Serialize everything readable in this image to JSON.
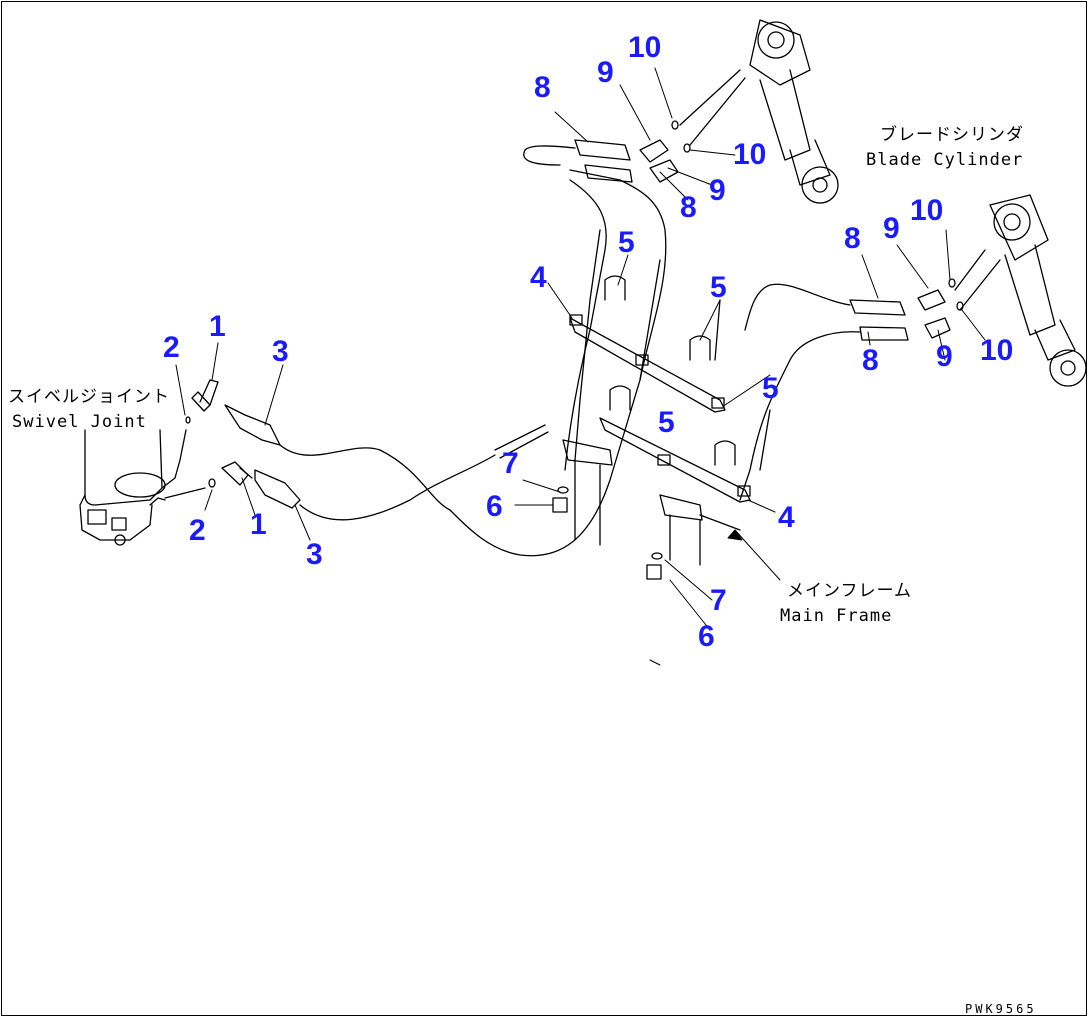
{
  "labels": {
    "swivel_joint_jp": "スイベルジョイント",
    "swivel_joint_en": "Swivel Joint",
    "blade_cylinder_jp": "ブレードシリンダ",
    "blade_cylinder_en": "Blade Cylinder",
    "main_frame_jp": "メインフレーム",
    "main_frame_en": "Main Frame"
  },
  "drawing_id": "PWK9565",
  "callout_color": "#1a1aff",
  "callouts": {
    "c1a": "1",
    "c1b": "1",
    "c2a": "2",
    "c2b": "2",
    "c3a": "3",
    "c3b": "3",
    "c4a": "4",
    "c4b": "4",
    "c5a": "5",
    "c5b": "5",
    "c5c": "5",
    "c5d": "5",
    "c6a": "6",
    "c6b": "6",
    "c7a": "7",
    "c7b": "7",
    "c8a": "8",
    "c8b": "8",
    "c8c": "8",
    "c8d": "8",
    "c9a": "9",
    "c9b": "9",
    "c9c": "9",
    "c9d": "9",
    "c10a": "10",
    "c10b": "10",
    "c10c": "10",
    "c10d": "10"
  }
}
